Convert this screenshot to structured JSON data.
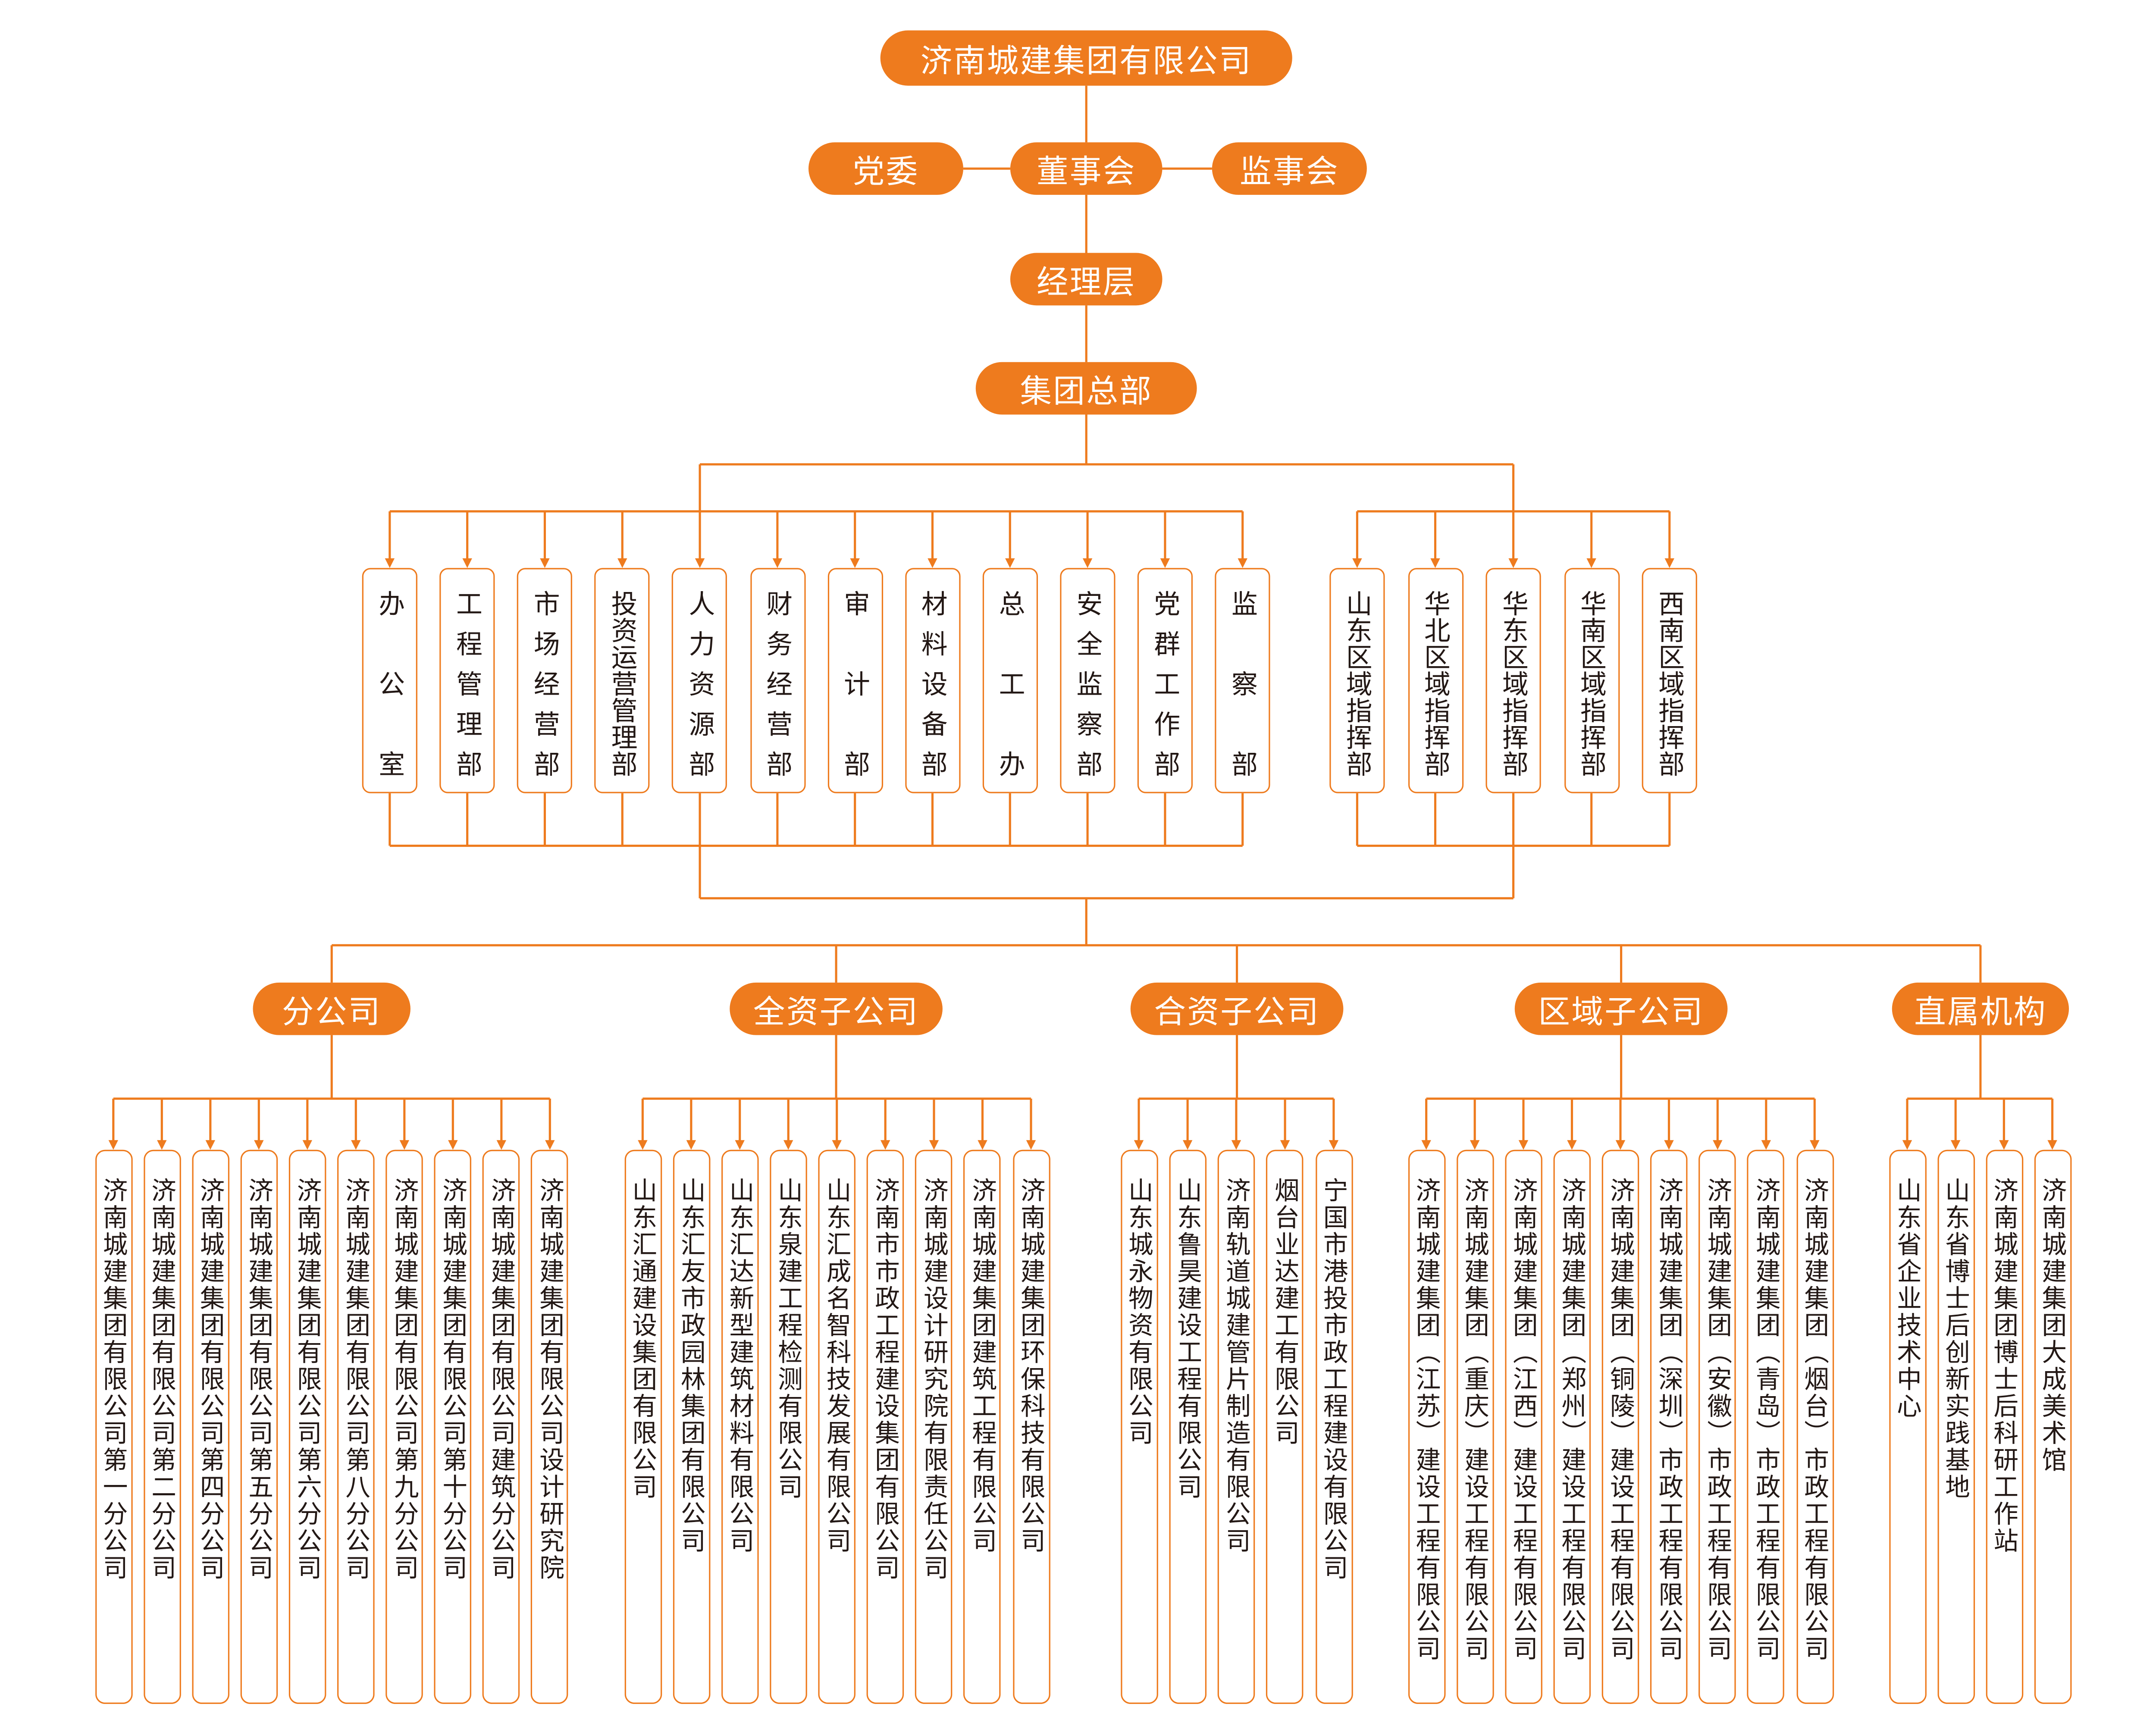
{
  "organization": {
    "name": "济南城建集团有限公司",
    "party_committee": "党委",
    "board_of_directors": "董事会",
    "board_of_supervisors": "监事会",
    "management": "经理层",
    "headquarters": "集团总部"
  },
  "departments": [
    "办公室",
    "工程管理部",
    "市场经营部",
    "投资运营管理部",
    "人力资源部",
    "财务经营部",
    "审计部",
    "材料设备部",
    "总工办",
    "安全监察部",
    "党群工作部",
    "监察部"
  ],
  "regional_commands": [
    "山东区域指挥部",
    "华北区域指挥部",
    "华东区域指挥部",
    "华南区域指挥部",
    "西南区域指挥部"
  ],
  "categories": [
    {
      "label": "分公司",
      "units": [
        "济南城建集团有限公司第一分公司",
        "济南城建集团有限公司第二分公司",
        "济南城建集团有限公司第四分公司",
        "济南城建集团有限公司第五分公司",
        "济南城建集团有限公司第六分公司",
        "济南城建集团有限公司第八分公司",
        "济南城建集团有限公司第九分公司",
        "济南城建集团有限公司第十分公司",
        "济南城建集团有限公司建筑分公司",
        "济南城建集团有限公司设计研究院"
      ]
    },
    {
      "label": "全资子公司",
      "units": [
        "山东汇通建设集团有限公司",
        "山东汇友市政园林集团有限公司",
        "山东汇达新型建筑材料有限公司",
        "山东泉建工程检测有限公司",
        "山东汇成名智科技发展有限公司",
        "济南市市政工程建设集团有限公司",
        "济南城建设计研究院有限责任公司",
        "济南城建集团建筑工程有限公司",
        "济南城建集团环保科技有限公司"
      ]
    },
    {
      "label": "合资子公司",
      "units": [
        "山东城永物资有限公司",
        "山东鲁昊建设工程有限公司",
        "济南轨道城建管片制造有限公司",
        "烟台业达建工有限公司",
        "宁国市港投市政工程建设有限公司"
      ]
    },
    {
      "label": "区域子公司",
      "units": [
        "济南城建集团（江苏）建设工程有限公司",
        "济南城建集团（重庆）建设工程有限公司",
        "济南城建集团（江西）建设工程有限公司",
        "济南城建集团（郑州）建设工程有限公司",
        "济南城建集团（铜陵）建设工程有限公司",
        "济南城建集团（深圳）市政工程有限公司",
        "济南城建集团（安徽）市政工程有限公司",
        "济南城建集团（青岛）市政工程有限公司",
        "济南城建集团（烟台）市政工程有限公司"
      ]
    },
    {
      "label": "直属机构",
      "units": [
        "山东省企业技术中心",
        "山东省博士后创新实践基地",
        "济南城建集团博士后科研工作站",
        "济南城建集团大成美术馆"
      ]
    }
  ],
  "colors": {
    "accent": "#EE7B1E",
    "text": "#231815",
    "background": "#FFFFFF"
  }
}
